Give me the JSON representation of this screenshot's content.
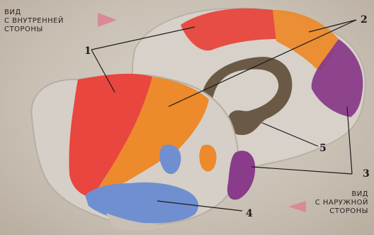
{
  "captions": {
    "inner_view": "ВИД\nС ВНУТРЕННЕЙ\nСТОРОНЫ",
    "outer_view": "ВИД\nС НАРУЖНОЙ\nСТОРОНЫ"
  },
  "labels": {
    "n1": "1",
    "n2": "2",
    "n3": "3",
    "n4": "4",
    "n5": "5"
  },
  "colors": {
    "brain_gray": "#d5cfc7",
    "red": "#e8463e",
    "orange": "#ec8a2c",
    "purple": "#8a3c8a",
    "blue": "#6f8fd0",
    "corpus_callosum": "#6a5a45",
    "arrow_pink": "#d88a98"
  }
}
